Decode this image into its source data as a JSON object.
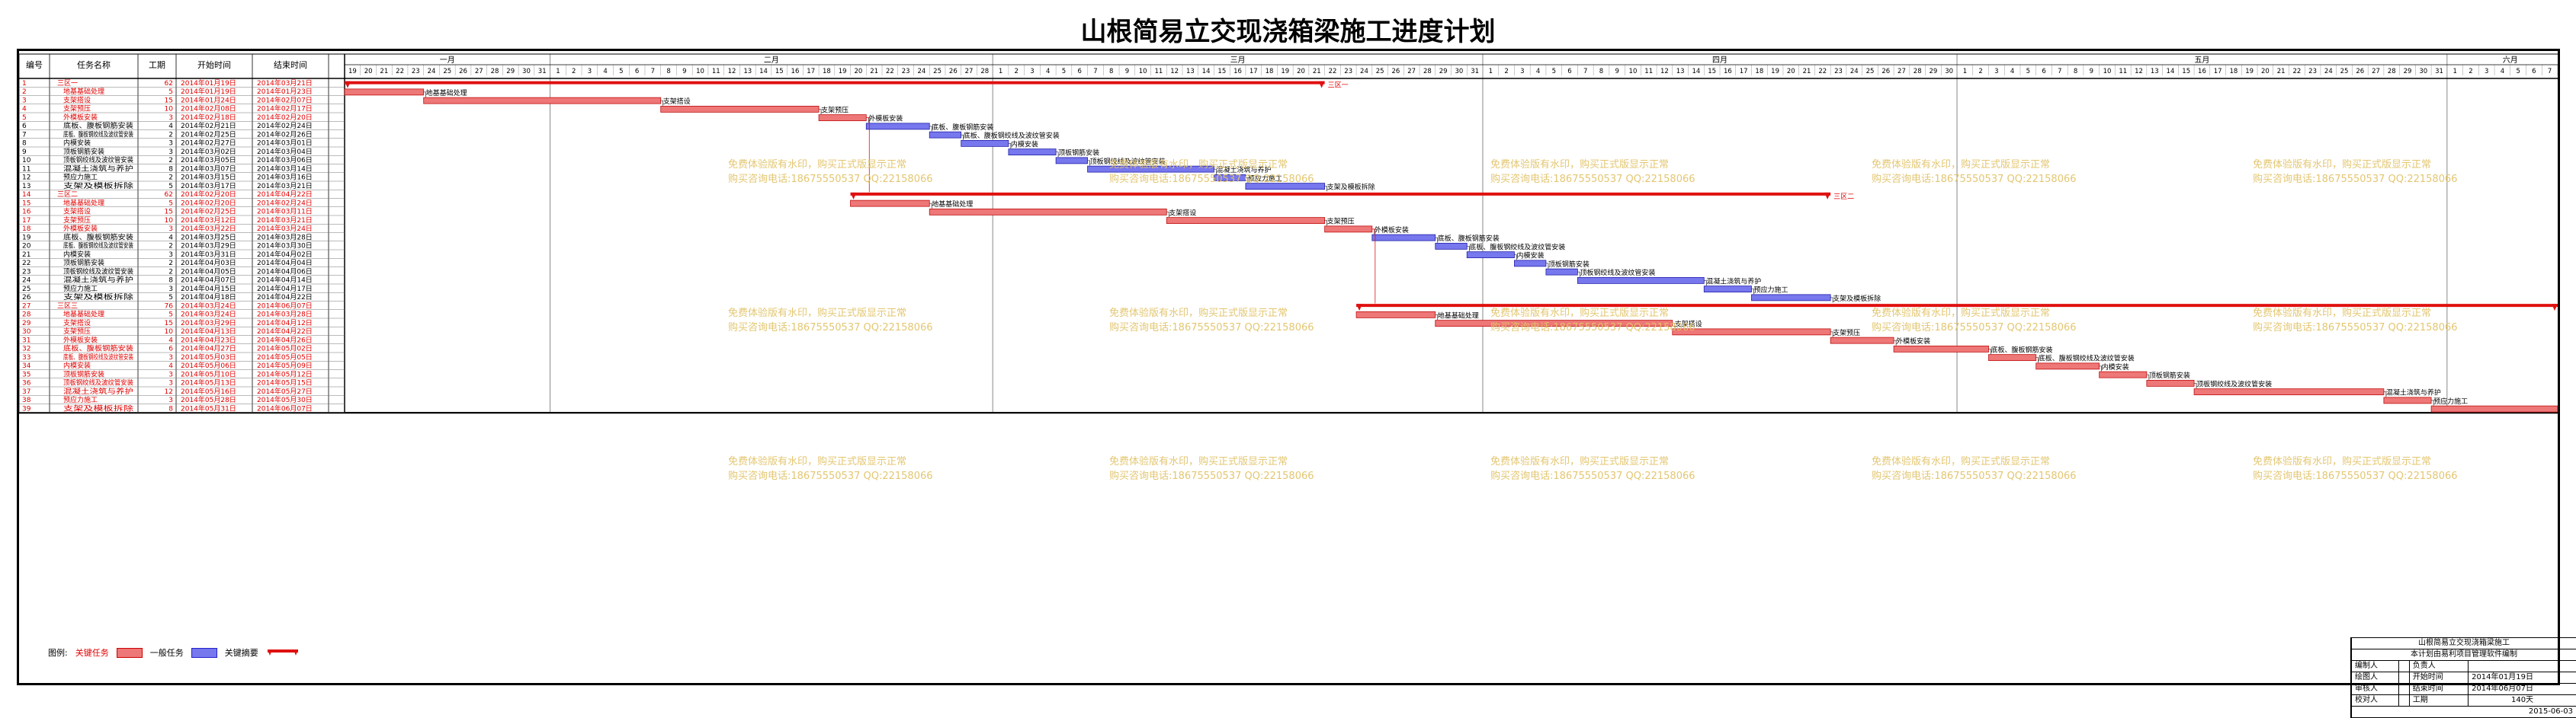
{
  "title": "山根简易立交现浇箱梁施工进度计划",
  "header": {
    "id": "编号",
    "name": "任务名称",
    "duration": "工期",
    "start": "开始时间",
    "finish": "结束时间"
  },
  "colors": {
    "critical": "#ee7777",
    "normal": "#7777ee",
    "summary": "#e01010",
    "criticalText": "#e00000",
    "grid": "#cccccc"
  },
  "watermark": {
    "line1": "免费体验版有水印，购买正式版显示正常",
    "line2": "购买咨询电话:18675550537 QQ:22158066"
  },
  "legend": {
    "label": "图例:",
    "critical": "关键任务",
    "normal": "一般任务",
    "summary": "关键摘要"
  },
  "titleblock": {
    "project": "山根简易立交现浇箱梁施工",
    "software": "本计划由易利项目管理软件编制",
    "rows": [
      [
        "编制人",
        "",
        "负责人",
        ""
      ],
      [
        "绘图人",
        "",
        "开始时间",
        "2014年01月19日"
      ],
      [
        "审核人",
        "",
        "结束时间",
        "2014年06月07日"
      ],
      [
        "校对人",
        "",
        "工期",
        "140天"
      ]
    ],
    "date": "2015-06-03"
  },
  "chart_data": {
    "type": "gantt",
    "x_range": [
      "2014-01-19",
      "2014-06-08"
    ],
    "months": [
      {
        "label": "一月",
        "start": "2014-01-19",
        "first_day": 19,
        "days": 13
      },
      {
        "label": "二月",
        "start": "2014-02-01",
        "first_day": 1,
        "days": 28
      },
      {
        "label": "三月",
        "start": "2014-03-01",
        "first_day": 1,
        "days": 31
      },
      {
        "label": "四月",
        "start": "2014-04-01",
        "first_day": 1,
        "days": 30
      },
      {
        "label": "五月",
        "start": "2014-05-01",
        "first_day": 1,
        "days": 31
      },
      {
        "label": "六月",
        "start": "2014-06-01",
        "first_day": 1,
        "days": 8
      }
    ],
    "tasks": [
      {
        "id": "1",
        "name": "三区一",
        "duration": "62",
        "start": "2014年01月19日",
        "finish": "2014年03月21日",
        "s": "2014-01-19",
        "e": "2014-03-21",
        "kind": "summary",
        "label": "三区一"
      },
      {
        "id": "2",
        "name": "地基基础处理",
        "duration": "5",
        "start": "2014年01月19日",
        "finish": "2014年01月23日",
        "s": "2014-01-19",
        "e": "2014-01-23",
        "kind": "critical",
        "label": "地基基础处理"
      },
      {
        "id": "3",
        "name": "支架搭设",
        "duration": "15",
        "start": "2014年01月24日",
        "finish": "2014年02月07日",
        "s": "2014-01-24",
        "e": "2014-02-07",
        "kind": "critical",
        "label": "支架搭设"
      },
      {
        "id": "4",
        "name": "支架预压",
        "duration": "10",
        "start": "2014年02月08日",
        "finish": "2014年02月17日",
        "s": "2014-02-08",
        "e": "2014-02-17",
        "kind": "critical",
        "label": "支架预压"
      },
      {
        "id": "5",
        "name": "外模板安装",
        "duration": "3",
        "start": "2014年02月18日",
        "finish": "2014年02月20日",
        "s": "2014-02-18",
        "e": "2014-02-20",
        "kind": "critical",
        "label": "外模板安装"
      },
      {
        "id": "6",
        "name": "底板、腹板钢筋安装",
        "duration": "4",
        "start": "2014年02月21日",
        "finish": "2014年02月24日",
        "s": "2014-02-21",
        "e": "2014-02-24",
        "kind": "normal",
        "label": "底板、腹板钢筋安装"
      },
      {
        "id": "7",
        "name": "底板、腹板钢绞线及波纹管安装",
        "duration": "2",
        "start": "2014年02月25日",
        "finish": "2014年02月26日",
        "s": "2014-02-25",
        "e": "2014-02-26",
        "kind": "normal",
        "label": "底板、腹板钢绞线及波纹管安装"
      },
      {
        "id": "8",
        "name": "内模安装",
        "duration": "3",
        "start": "2014年02月27日",
        "finish": "2014年03月01日",
        "s": "2014-02-27",
        "e": "2014-03-01",
        "kind": "normal",
        "label": "内模安装"
      },
      {
        "id": "9",
        "name": "顶板钢筋安装",
        "duration": "3",
        "start": "2014年03月02日",
        "finish": "2014年03月04日",
        "s": "2014-03-02",
        "e": "2014-03-04",
        "kind": "normal",
        "label": "顶板钢筋安装"
      },
      {
        "id": "10",
        "name": "顶板钢绞线及波纹管安装",
        "duration": "2",
        "start": "2014年03月05日",
        "finish": "2014年03月06日",
        "s": "2014-03-05",
        "e": "2014-03-06",
        "kind": "normal",
        "label": "顶板钢绞线及波纹管安装"
      },
      {
        "id": "11",
        "name": "混凝土浇筑与养护",
        "duration": "8",
        "start": "2014年03月07日",
        "finish": "2014年03月14日",
        "s": "2014-03-07",
        "e": "2014-03-14",
        "kind": "normal",
        "label": "混凝土浇筑与养护"
      },
      {
        "id": "12",
        "name": "预应力施工",
        "duration": "2",
        "start": "2014年03月15日",
        "finish": "2014年03月16日",
        "s": "2014-03-15",
        "e": "2014-03-16",
        "kind": "normal",
        "label": "预应力施工"
      },
      {
        "id": "13",
        "name": "支架及模板拆除",
        "duration": "5",
        "start": "2014年03月17日",
        "finish": "2014年03月21日",
        "s": "2014-03-17",
        "e": "2014-03-21",
        "kind": "normal",
        "label": "支架及模板拆除"
      },
      {
        "id": "14",
        "name": "三区二",
        "duration": "62",
        "start": "2014年02月20日",
        "finish": "2014年04月22日",
        "s": "2014-02-20",
        "e": "2014-04-22",
        "kind": "summary",
        "label": "三区二"
      },
      {
        "id": "15",
        "name": "地基基础处理",
        "duration": "5",
        "start": "2014年02月20日",
        "finish": "2014年02月24日",
        "s": "2014-02-20",
        "e": "2014-02-24",
        "kind": "critical",
        "label": "地基基础处理"
      },
      {
        "id": "16",
        "name": "支架搭设",
        "duration": "15",
        "start": "2014年02月25日",
        "finish": "2014年03月11日",
        "s": "2014-02-25",
        "e": "2014-03-11",
        "kind": "critical",
        "label": "支架搭设"
      },
      {
        "id": "17",
        "name": "支架预压",
        "duration": "10",
        "start": "2014年03月12日",
        "finish": "2014年03月21日",
        "s": "2014-03-12",
        "e": "2014-03-21",
        "kind": "critical",
        "label": "支架预压"
      },
      {
        "id": "18",
        "name": "外模板安装",
        "duration": "3",
        "start": "2014年03月22日",
        "finish": "2014年03月24日",
        "s": "2014-03-22",
        "e": "2014-03-24",
        "kind": "critical",
        "label": "外模板安装"
      },
      {
        "id": "19",
        "name": "底板、腹板钢筋安装",
        "duration": "4",
        "start": "2014年03月25日",
        "finish": "2014年03月28日",
        "s": "2014-03-25",
        "e": "2014-03-28",
        "kind": "normal",
        "label": "底板、腹板钢筋安装"
      },
      {
        "id": "20",
        "name": "底板、腹板钢绞线及波纹管安装",
        "duration": "2",
        "start": "2014年03月29日",
        "finish": "2014年03月30日",
        "s": "2014-03-29",
        "e": "2014-03-30",
        "kind": "normal",
        "label": "底板、腹板钢绞线及波纹管安装"
      },
      {
        "id": "21",
        "name": "内模安装",
        "duration": "3",
        "start": "2014年03月31日",
        "finish": "2014年04月02日",
        "s": "2014-03-31",
        "e": "2014-04-02",
        "kind": "normal",
        "label": "内模安装"
      },
      {
        "id": "22",
        "name": "顶板钢筋安装",
        "duration": "2",
        "start": "2014年04月03日",
        "finish": "2014年04月04日",
        "s": "2014-04-03",
        "e": "2014-04-04",
        "kind": "normal",
        "label": "顶板钢筋安装"
      },
      {
        "id": "23",
        "name": "顶板钢绞线及波纹管安装",
        "duration": "2",
        "start": "2014年04月05日",
        "finish": "2014年04月06日",
        "s": "2014-04-05",
        "e": "2014-04-06",
        "kind": "normal",
        "label": "顶板钢绞线及波纹管安装"
      },
      {
        "id": "24",
        "name": "混凝土浇筑与养护",
        "duration": "8",
        "start": "2014年04月07日",
        "finish": "2014年04月14日",
        "s": "2014-04-07",
        "e": "2014-04-14",
        "kind": "normal",
        "label": "混凝土浇筑与养护"
      },
      {
        "id": "25",
        "name": "预应力施工",
        "duration": "3",
        "start": "2014年04月15日",
        "finish": "2014年04月17日",
        "s": "2014-04-15",
        "e": "2014-04-17",
        "kind": "normal",
        "label": "预应力施工"
      },
      {
        "id": "26",
        "name": "支架及模板拆除",
        "duration": "5",
        "start": "2014年04月18日",
        "finish": "2014年04月22日",
        "s": "2014-04-18",
        "e": "2014-04-22",
        "kind": "normal",
        "label": "支架及模板拆除"
      },
      {
        "id": "27",
        "name": "三区三",
        "duration": "76",
        "start": "2014年03月24日",
        "finish": "2014年06月07日",
        "s": "2014-03-24",
        "e": "2014-06-07",
        "kind": "summary",
        "label": "三区三"
      },
      {
        "id": "28",
        "name": "地基基础处理",
        "duration": "5",
        "start": "2014年03月24日",
        "finish": "2014年03月28日",
        "s": "2014-03-24",
        "e": "2014-03-28",
        "kind": "critical",
        "label": "地基基础处理"
      },
      {
        "id": "29",
        "name": "支架搭设",
        "duration": "15",
        "start": "2014年03月29日",
        "finish": "2014年04月12日",
        "s": "2014-03-29",
        "e": "2014-04-12",
        "kind": "critical",
        "label": "支架搭设"
      },
      {
        "id": "30",
        "name": "支架预压",
        "duration": "10",
        "start": "2014年04月13日",
        "finish": "2014年04月22日",
        "s": "2014-04-13",
        "e": "2014-04-22",
        "kind": "critical",
        "label": "支架预压"
      },
      {
        "id": "31",
        "name": "外模板安装",
        "duration": "4",
        "start": "2014年04月23日",
        "finish": "2014年04月26日",
        "s": "2014-04-23",
        "e": "2014-04-26",
        "kind": "critical",
        "label": "外模板安装"
      },
      {
        "id": "32",
        "name": "底板、腹板钢筋安装",
        "duration": "6",
        "start": "2014年04月27日",
        "finish": "2014年05月02日",
        "s": "2014-04-27",
        "e": "2014-05-02",
        "kind": "critical",
        "label": "底板、腹板钢筋安装"
      },
      {
        "id": "33",
        "name": "底板、腹板钢绞线及波纹管安装",
        "duration": "3",
        "start": "2014年05月03日",
        "finish": "2014年05月05日",
        "s": "2014-05-03",
        "e": "2014-05-05",
        "kind": "critical",
        "label": "底板、腹板钢绞线及波纹管安装"
      },
      {
        "id": "34",
        "name": "内模安装",
        "duration": "4",
        "start": "2014年05月06日",
        "finish": "2014年05月09日",
        "s": "2014-05-06",
        "e": "2014-05-09",
        "kind": "critical",
        "label": "内模安装"
      },
      {
        "id": "35",
        "name": "顶板钢筋安装",
        "duration": "3",
        "start": "2014年05月10日",
        "finish": "2014年05月12日",
        "s": "2014-05-10",
        "e": "2014-05-12",
        "kind": "critical",
        "label": "顶板钢筋安装"
      },
      {
        "id": "36",
        "name": "顶板钢绞线及波纹管安装",
        "duration": "3",
        "start": "2014年05月13日",
        "finish": "2014年05月15日",
        "s": "2014-05-13",
        "e": "2014-05-15",
        "kind": "critical",
        "label": "顶板钢绞线及波纹管安装"
      },
      {
        "id": "37",
        "name": "混凝土浇筑与养护",
        "duration": "12",
        "start": "2014年05月16日",
        "finish": "2014年05月27日",
        "s": "2014-05-16",
        "e": "2014-05-27",
        "kind": "critical",
        "label": "混凝土浇筑与养护"
      },
      {
        "id": "38",
        "name": "预应力施工",
        "duration": "3",
        "start": "2014年05月28日",
        "finish": "2014年05月30日",
        "s": "2014-05-28",
        "e": "2014-05-30",
        "kind": "critical",
        "label": "预应力施工"
      },
      {
        "id": "39",
        "name": "支架及模板拆除",
        "duration": "8",
        "start": "2014年05月31日",
        "finish": "2014年06月07日",
        "s": "2014-05-31",
        "e": "2014-06-07",
        "kind": "critical",
        "label": "支架及模板拆除"
      }
    ]
  }
}
